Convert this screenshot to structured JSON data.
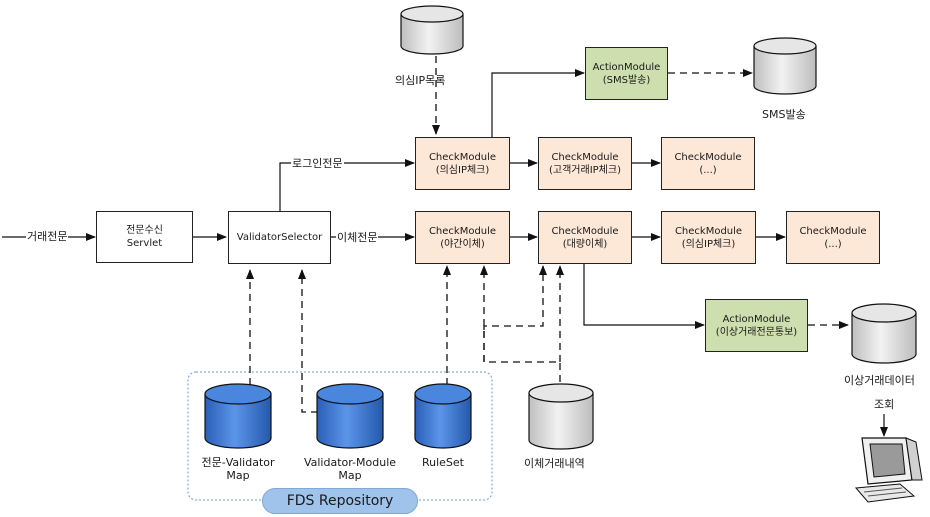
{
  "colors": {
    "check_fill": "#fde7d7",
    "action_fill": "#cddfae",
    "repo_db_fill": "#3a78d6",
    "grey_db_fill": "#d9d9d9",
    "repo_badge": "#9fc3ea"
  },
  "input_label": "거래전문",
  "servlet": {
    "line1": "전문수신",
    "line2": "Servlet"
  },
  "selector": {
    "label": "ValidatorSelector"
  },
  "route_login": "로그인전문",
  "route_transfer": "이체전문",
  "login_checks": [
    {
      "title": "CheckModule",
      "sub": "(의심IP체크)"
    },
    {
      "title": "CheckModule",
      "sub": "(고객거래IP체크)"
    },
    {
      "title": "CheckModule",
      "sub": "(...)"
    }
  ],
  "transfer_checks": [
    {
      "title": "CheckModule",
      "sub": "(야간이체)"
    },
    {
      "title": "CheckModule",
      "sub": "(대량이체)"
    },
    {
      "title": "CheckModule",
      "sub": "(의심IP체크)"
    },
    {
      "title": "CheckModule",
      "sub": "(...)"
    }
  ],
  "action_sms": {
    "title": "ActionModule",
    "sub": "(SMS발송)"
  },
  "action_notify": {
    "title": "ActionModule",
    "sub": "(이상거래전문통보)"
  },
  "db_suspect_ip": "의심IP목록",
  "db_sms": "SMS발송",
  "db_anomaly": "이상거래데이터",
  "db_transfer_history": "이체거래내역",
  "repo": {
    "title": "FDS Repository",
    "db1": {
      "line1": "전문-Validator",
      "line2": "Map"
    },
    "db2": {
      "line1": "Validator-Module",
      "line2": "Map"
    },
    "db3": {
      "line1": "RuleSet",
      "line2": ""
    }
  },
  "query_label": "조회",
  "icons": [
    "database-icon",
    "computer-terminal-icon"
  ]
}
